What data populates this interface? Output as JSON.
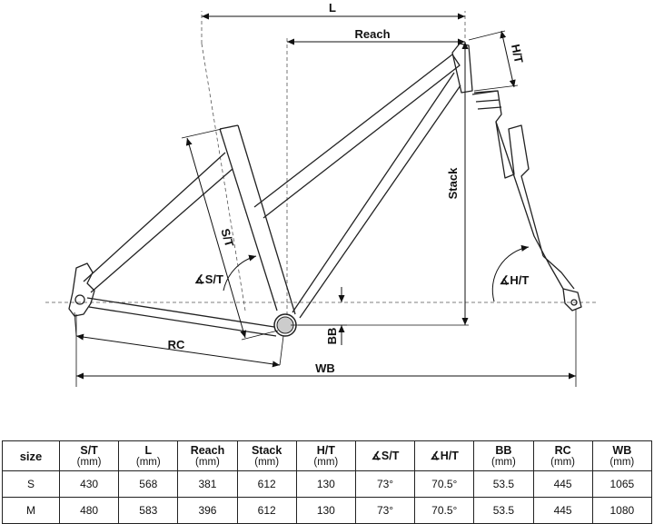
{
  "diagram": {
    "labels": {
      "L": "L",
      "reach": "Reach",
      "head_tube": "H/T",
      "stack": "Stack",
      "seat_tube": "S/T",
      "seat_angle": "∡S/T",
      "head_angle": "∡H/T",
      "bb": "BB",
      "rc": "RC",
      "wb": "WB"
    }
  },
  "table": {
    "size_label": "size",
    "columns": [
      {
        "label": "S/T",
        "unit": "(mm)"
      },
      {
        "label": "L",
        "unit": "(mm)"
      },
      {
        "label": "Reach",
        "unit": "(mm)"
      },
      {
        "label": "Stack",
        "unit": "(mm)"
      },
      {
        "label": "H/T",
        "unit": "(mm)"
      },
      {
        "label": "∡S/T",
        "unit": ""
      },
      {
        "label": "∡H/T",
        "unit": ""
      },
      {
        "label": "BB",
        "unit": "(mm)"
      },
      {
        "label": "RC",
        "unit": "(mm)"
      },
      {
        "label": "WB",
        "unit": "(mm)"
      }
    ],
    "rows": [
      {
        "size": "S",
        "values": [
          "430",
          "568",
          "381",
          "612",
          "130",
          "73°",
          "70.5°",
          "53.5",
          "445",
          "1065"
        ]
      },
      {
        "size": "M",
        "values": [
          "480",
          "583",
          "396",
          "612",
          "130",
          "73°",
          "70.5°",
          "53.5",
          "445",
          "1080"
        ]
      }
    ]
  }
}
